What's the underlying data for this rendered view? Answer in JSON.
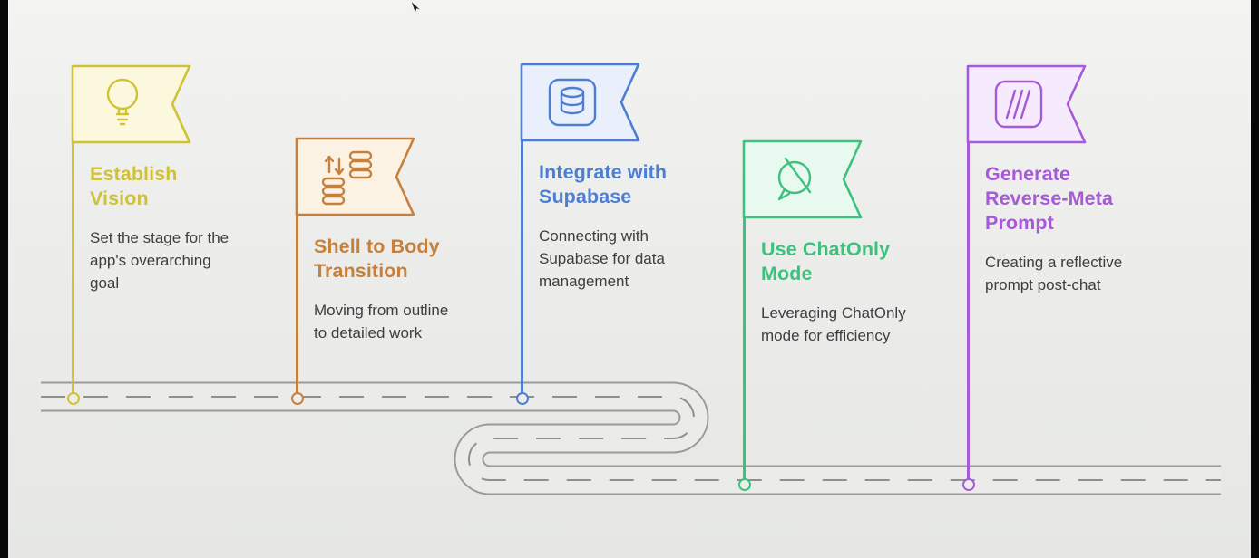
{
  "road": {
    "outline_color": "#9a9a9a",
    "surface_color": "#ebecea",
    "dash_color": "#8f8f8f"
  },
  "ui": {
    "cursor_icon": "mouse-pointer-icon"
  },
  "milestones": [
    {
      "id": "establish-vision",
      "title": "Establish\nVision",
      "description": "Set the stage for the\napp's overarching\ngoal",
      "color": "#cfc235",
      "fill": "#fbf8de",
      "icon": "lightbulb-icon"
    },
    {
      "id": "shell-to-body-transition",
      "title": "Shell to Body\nTransition",
      "description": "Moving from outline\nto detailed work",
      "color": "#c6803e",
      "fill": "#fcf2e4",
      "icon": "data-transfer-icon"
    },
    {
      "id": "integrate-with-supabase",
      "title": "Integrate with\nSupabase",
      "description": "Connecting with\nSupabase for data\nmanagement",
      "color": "#4c7ed2",
      "fill": "#e9effb",
      "icon": "database-icon"
    },
    {
      "id": "use-chatonly-mode",
      "title": "Use ChatOnly\nMode",
      "description": "Leveraging ChatOnly\nmode for efficiency",
      "color": "#3fc17e",
      "fill": "#e8f9ef",
      "icon": "chat-disabled-icon"
    },
    {
      "id": "generate-reverse-meta-prompt",
      "title": "Generate\nReverse-Meta\nPrompt",
      "description": "Creating a reflective\nprompt post-chat",
      "color": "#a65ad7",
      "fill": "#f5ebfc",
      "icon": "prompt-chevrons-icon"
    }
  ]
}
